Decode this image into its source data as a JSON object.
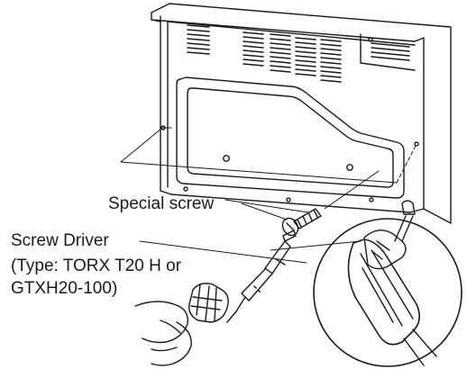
{
  "labels": {
    "special_screw": "Special screw",
    "screw_driver": "Screw Driver",
    "type_line1": "(Type: TORX T20 H or",
    "type_line2": "GTXH20-100)"
  },
  "colors": {
    "line": "#1a1a1a",
    "background": "#ffffff"
  },
  "icons": {
    "zoom_detail": "torx-screw-head-closeup",
    "hand": "hand-holding-screwdriver"
  }
}
